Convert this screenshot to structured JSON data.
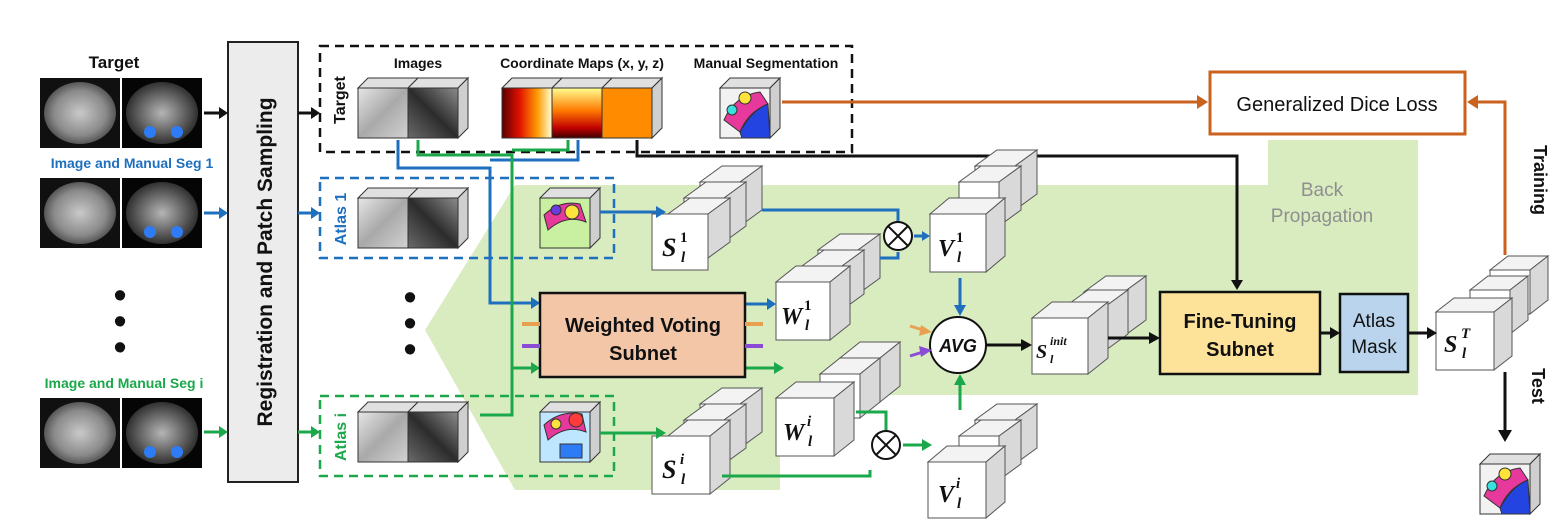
{
  "target_section": {
    "title": "Target",
    "seg1_title": "Image and Manual Seg 1",
    "segi_title": "Image and Manual Seg i",
    "dots": "•"
  },
  "sampling_box": {
    "label": "Registration and Patch Sampling"
  },
  "target_panel": {
    "side_label": "Target",
    "images_label": "Images",
    "coord_label": "Coordinate Maps (x, y, z)",
    "manual_label": "Manual Segmentation"
  },
  "atlas_panels": {
    "atlas1_label": "Atlas 1",
    "atlasi_label": "Atlas i"
  },
  "blocks": {
    "weighted_voting": [
      "Weighted Voting",
      "Subnet"
    ],
    "fine_tuning": [
      "Fine-Tuning",
      "Subnet"
    ],
    "atlas_mask": [
      "Atlas",
      "Mask"
    ],
    "dice_loss": "Generalized Dice Loss",
    "avg": "AVG",
    "times": "⊗"
  },
  "feature_labels": {
    "s1": {
      "base": "S",
      "sup": "1",
      "sub": "l"
    },
    "si": {
      "base": "S",
      "sup": "i",
      "sub": "l"
    },
    "w1": {
      "base": "W",
      "sup": "1",
      "sub": "l"
    },
    "wi": {
      "base": "W",
      "sup": "i",
      "sub": "l"
    },
    "v1": {
      "base": "V",
      "sup": "1",
      "sub": "l"
    },
    "vi": {
      "base": "V",
      "sup": "i",
      "sub": "l"
    },
    "sinit": {
      "base": "S",
      "sup": "init",
      "sub": "l"
    },
    "st": {
      "base": "S",
      "sup": "T",
      "sub": "l"
    }
  },
  "annotations": {
    "back_prop": [
      "Back",
      "Propagation"
    ],
    "training": "Training",
    "test": "Test"
  },
  "colors": {
    "blue": "#1f6fbf",
    "green": "#1aa84a",
    "orange": "#c8621e",
    "black": "#111111",
    "light_green": "#d9ecc0",
    "wv_fill": "#f4c6a8",
    "ft_fill": "#fde39a",
    "mask_fill": "#b9d4ec"
  }
}
